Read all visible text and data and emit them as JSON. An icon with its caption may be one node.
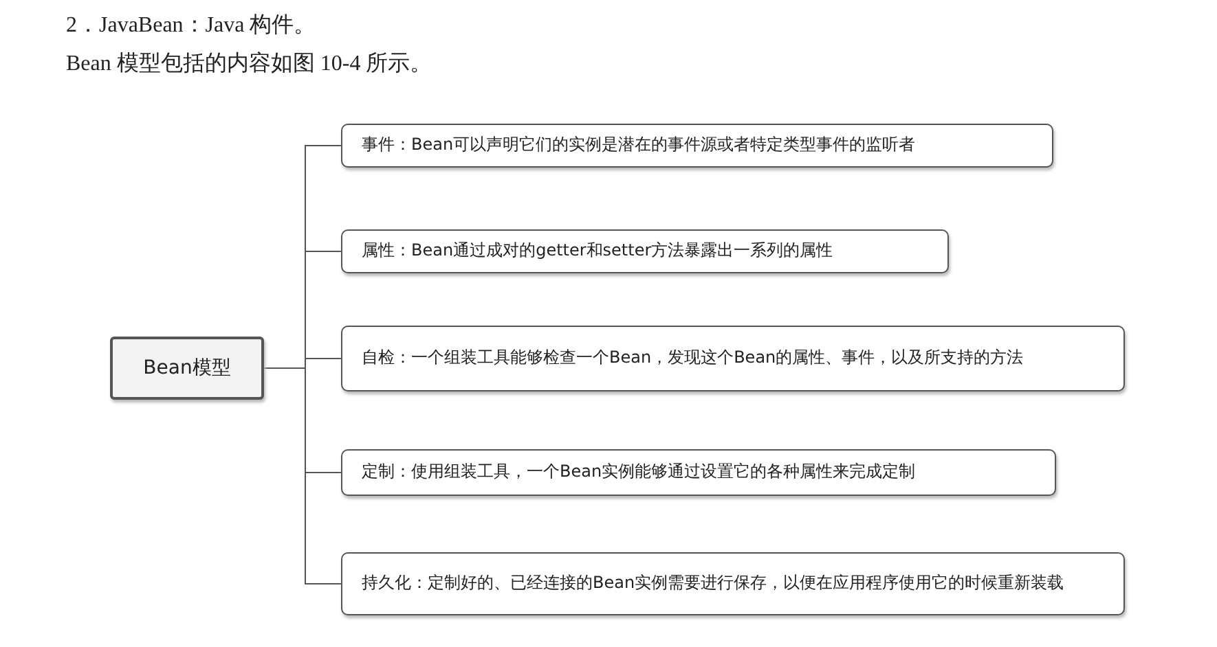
{
  "diagram": {
    "nodes": [
      {
        "text": [
          "Bean模型"
        ]
      },
      {
        "text": [
          "事件：Bean可以声明它们的实例是潜在的事件源或者特定类型事件的监听者"
        ]
      },
      {
        "text": [
          "属性：Bean通过成对的getter和setter方法暴露出一系列的属性"
        ]
      },
      {
        "text": [
          "自检：一个组装工具能够检查一个Bean，发现这个Bean的属性、事件，以及所支持的方法"
        ]
      },
      {
        "text": [
          "定制：使用组装工具，一个Bean实例能够通过设置它的各种属性来完成定制"
        ]
      },
      {
        "text": [
          "持久化：定制好的、已经连接的Bean实例需要进行保存，以便在应用程序使用它的时候重新装载"
        ]
      }
    ],
    "edges": [
      {
        "from": 0,
        "to": 1,
        "arrow": "none"
      },
      {
        "from": 0,
        "to": 2,
        "arrow": "none"
      },
      {
        "from": 0,
        "to": 3,
        "arrow": "none"
      },
      {
        "from": 0,
        "to": 4,
        "arrow": "none"
      },
      {
        "from": 0,
        "to": 5,
        "arrow": "none"
      }
    ],
    "labels": [
      "2．JavaBean：Java 构件。",
      "Bean 模型包括的内容如图 10-4 所示。"
    ]
  }
}
